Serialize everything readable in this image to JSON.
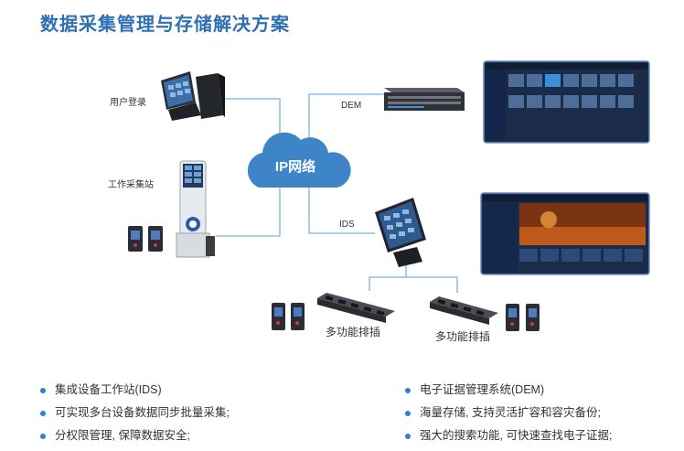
{
  "title": "数据采集管理与存储解决方案",
  "nodes": {
    "user_login": "用户登录",
    "workstation": "工作采集站",
    "cloud": "IP网络",
    "dem": "DEM",
    "ids": "IDS",
    "multi_left": "多功能排插",
    "multi_right": "多功能排插"
  },
  "bullets_left": [
    "集成设备工作站(IDS)",
    "可实现多台设备数据同步批量采集;",
    "分权限管理, 保障数据安全;"
  ],
  "bullets_right": [
    "电子证据管理系统(DEM)",
    "海量存储, 支持灵活扩容和容灾备份;",
    "强大的搜索功能, 可快速查找电子证据;"
  ],
  "colors": {
    "title": "#2f6fb3",
    "line": "#6fa8dc",
    "cloud": "#3d85c6",
    "bullet": "#2f7fd6"
  }
}
